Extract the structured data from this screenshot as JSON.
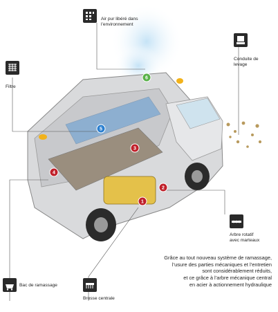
{
  "labels": {
    "air": "Air pur libéré dans l’environnement",
    "conduite": "Conduite de levage",
    "filtre": "Filtre",
    "arbre": "Arbre rotatif avec marteaux",
    "bac": "Bac de ramassage",
    "brosse": "Brosse centrale"
  },
  "badges": [
    "1",
    "2",
    "3",
    "4",
    "5",
    "6"
  ],
  "caption": [
    "Grâce au tout nouveau système de ramassage,",
    "l’usure des parties mécaniques et l’entretien",
    "sont considérablement réduits,",
    "et ce grâce à l’arbre mécanique central",
    "en acier à actionnement hydraulique"
  ],
  "colors": {
    "red": "#c0202a",
    "blue": "#2a7fd0",
    "green": "#59b24a",
    "body": "#d9dadc",
    "icon": "#2a2a2a"
  }
}
